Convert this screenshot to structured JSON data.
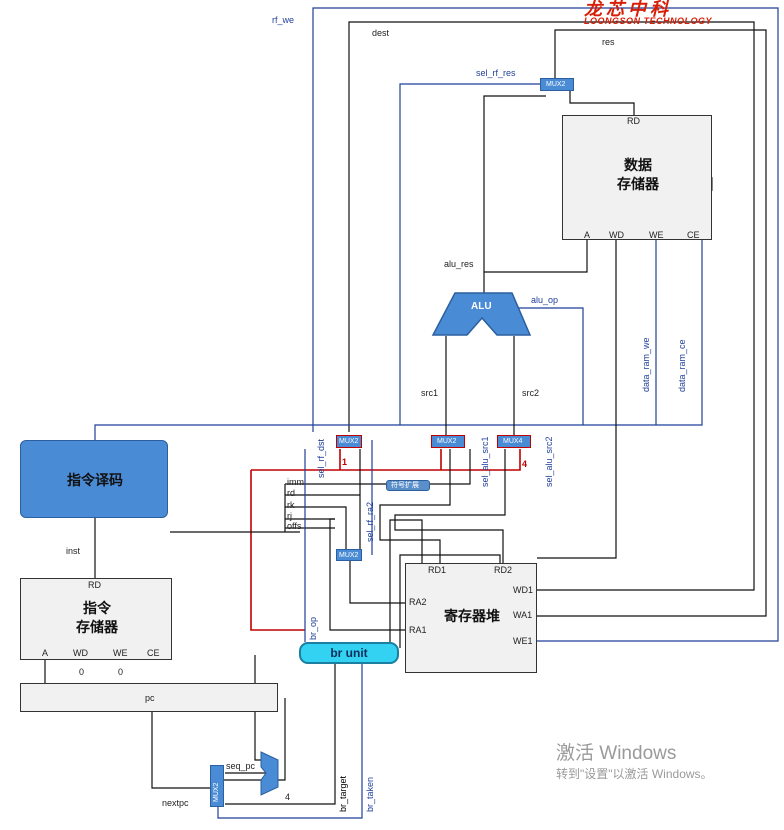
{
  "logo": {
    "cn": "龙芯中科",
    "en": "LOONGSON TECHNOLOGY",
    "color": "#d81e06"
  },
  "colors": {
    "wire_dark": "#111111",
    "wire_blue": "#1f3f9a",
    "wire_red": "#c00000",
    "block_blue": "#4a8bd6",
    "br_unit_cyan": "#34d2f2"
  },
  "blocks": {
    "data_mem": {
      "title": "数据\n存储器",
      "rd": "RD",
      "a": "A",
      "wd": "WD",
      "we": "WE",
      "ce": "CE"
    },
    "inst_mem": {
      "title": "指令\n存储器",
      "rd": "RD",
      "a": "A",
      "wd": "WD",
      "we": "WE",
      "ce": "CE",
      "wd_val": "0",
      "we_val": "0"
    },
    "decoder": {
      "title": "指令译码"
    },
    "regfile": {
      "title": "寄存器堆",
      "rd1": "RD1",
      "rd2": "RD2",
      "ra2": "RA2",
      "ra1": "RA1",
      "wd1": "WD1",
      "wa1": "WA1",
      "we1": "WE1"
    },
    "alu": {
      "label": "ALU"
    },
    "pc": {
      "label": "pc"
    },
    "br_unit": {
      "label": "br unit"
    },
    "sext": {
      "label": "符号扩展"
    }
  },
  "muxes": {
    "m_res": "MUX2",
    "m_dst": "MUX2",
    "m_src1": "MUX2",
    "m_src2": "MUX4",
    "m_ra2": "MUX2",
    "m_pc": "MUX2"
  },
  "mux_labels": {
    "dst_sel_num": "1",
    "src2_num": "4"
  },
  "signals": {
    "rf_we": "rf_we",
    "dest": "dest",
    "res": "res",
    "sel_rf_res": "sel_rf_res",
    "alu_res": "alu_res",
    "alu_op": "alu_op",
    "src1": "src1",
    "src2": "src2",
    "data_ram_we": "data_ram_we",
    "data_ram_ce": "data_ram_ce",
    "sel_rf_dst": "sel_rf_dst",
    "sel_alu_src1": "sel_alu_src1",
    "sel_alu_src2": "sel_alu_src2",
    "sel_rf_ra2": "sel_rf_ra2",
    "imm": "imm",
    "rd": "rd",
    "rk": "rk",
    "rj": "rj",
    "offs": "offs",
    "inst": "inst",
    "br_op": "br_op",
    "seq_pc": "seq_pc",
    "four": "4",
    "nextpc": "nextpc",
    "br_target": "br_target",
    "br_taken": "br_taken"
  },
  "watermark": {
    "line1": "激活 Windows",
    "line2": "转到\"设置\"以激活 Windows。"
  }
}
